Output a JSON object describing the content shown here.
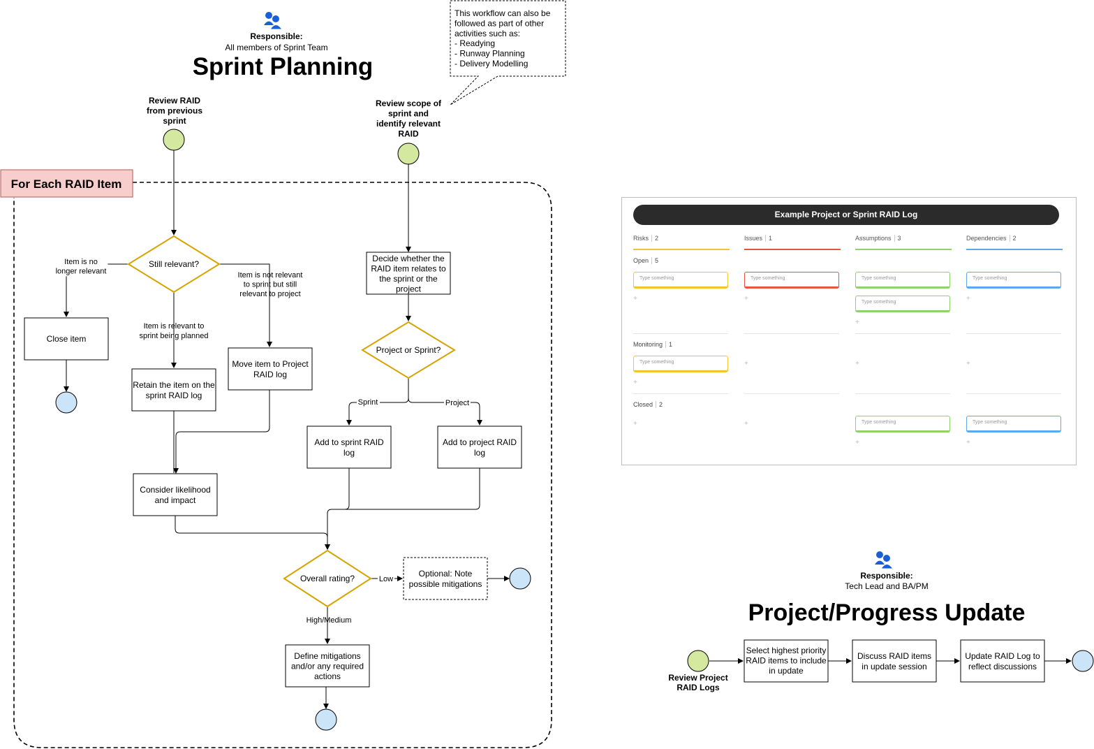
{
  "sprint_planning": {
    "responsible_label": "Responsible:",
    "responsible_who": "All members of Sprint Team",
    "title": "Sprint Planning",
    "note_lines": [
      "This workflow can also be",
      "followed as part of other",
      "activities such as:",
      "- Readying",
      "- Runway Planning",
      "- Delivery Modelling"
    ],
    "start_review_lines": [
      "Review RAID",
      "from previous",
      "sprint"
    ],
    "start_scope_lines": [
      "Review scope of",
      "sprint and",
      "identify relevant",
      "RAID"
    ],
    "loop_label": "For Each RAID Item",
    "still_relevant": "Still relevant?",
    "no_longer_relevant_lines": [
      "Item is no",
      "longer relevant"
    ],
    "not_relevant_sprint_lines": [
      "Item is not relevant",
      "to sprint but still",
      "relevant to project"
    ],
    "relevant_sprint_lines": [
      "Item is relevant to",
      "sprint being planned"
    ],
    "close_item": "Close item",
    "retain_lines": [
      "Retain the item on the",
      "sprint RAID log"
    ],
    "move_lines": [
      "Move item to Project",
      "RAID log"
    ],
    "decide_lines": [
      "Decide whether the",
      "RAID item relates to",
      "the sprint or the",
      "project"
    ],
    "project_or_sprint": "Project or Sprint?",
    "sprint_label": "Sprint",
    "project_label": "Project",
    "add_sprint_lines": [
      "Add to sprint RAID",
      "log"
    ],
    "add_project_lines": [
      "Add to project RAID",
      "log"
    ],
    "consider_lines": [
      "Consider likelihood",
      "and impact"
    ],
    "overall_rating": "Overall rating?",
    "low_label": "Low",
    "high_medium_label": "High/Medium",
    "optional_lines": [
      "Optional: Note",
      "possible mitigations"
    ],
    "define_lines": [
      "Define mitigations",
      "and/or any required",
      "actions"
    ]
  },
  "raid_log": {
    "title": "Example Project or Sprint RAID Log",
    "columns": [
      {
        "name": "Risks",
        "count": "2",
        "color": "#f4c430"
      },
      {
        "name": "Issues",
        "count": "1",
        "color": "#e8553a"
      },
      {
        "name": "Assumptions",
        "count": "3",
        "color": "#8fd16a"
      },
      {
        "name": "Dependencies",
        "count": "2",
        "color": "#5aa9f0"
      }
    ],
    "rows": [
      {
        "name": "Open",
        "count": "5"
      },
      {
        "name": "Monitoring",
        "count": "1"
      },
      {
        "name": "Closed",
        "count": "2"
      }
    ],
    "card_placeholder": "Type something",
    "plus": "+"
  },
  "progress_update": {
    "responsible_label": "Responsible:",
    "responsible_who": "Tech Lead and BA/PM",
    "title": "Project/Progress Update",
    "start_lines": [
      "Review Project",
      "RAID Logs"
    ],
    "step1_lines": [
      "Select highest priority",
      "RAID items to include",
      "in update"
    ],
    "step2_lines": [
      "Discuss RAID items",
      "in update session"
    ],
    "step3_lines": [
      "Update RAID Log to",
      "reflect discussions"
    ]
  },
  "colors": {
    "start_fill": "#d5e8a0",
    "end_fill": "#cce4f7",
    "diamond_stroke": "#d6a300",
    "loop_label_fill": "#f8cecc",
    "icon_blue": "#1a5fd6"
  }
}
